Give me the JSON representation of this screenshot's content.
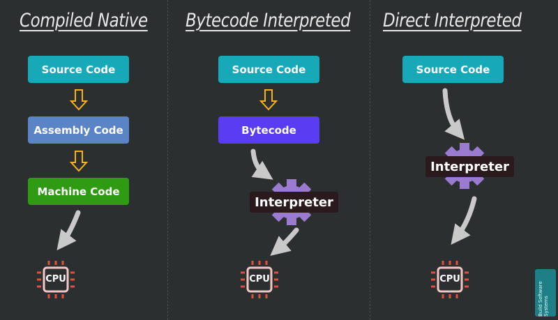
{
  "columns": [
    {
      "title": "Compiled Native",
      "steps": [
        "Source Code",
        "Assembly Code",
        "Machine Code"
      ],
      "cpu": "CPU"
    },
    {
      "title": "Bytecode Interpreted",
      "steps": [
        "Source Code",
        "Bytecode"
      ],
      "interpreter": "Interpreter",
      "cpu": "CPU"
    },
    {
      "title": "Direct Interpreted",
      "steps": [
        "Source Code"
      ],
      "interpreter": "Interpreter",
      "cpu": "CPU"
    }
  ],
  "colors": {
    "source": "#17a9b8",
    "assembly": "#5b84c7",
    "machine": "#2f9b12",
    "bytecode": "#5a3cf2",
    "gear": "#9a7bd0",
    "cpu": "#f0c8c8",
    "cpu_pins": "#e2503c",
    "arrow": "#c9c9c9",
    "yellow_arrow": "#f3b51b"
  },
  "logo": {
    "text": "Build Software Systems"
  }
}
